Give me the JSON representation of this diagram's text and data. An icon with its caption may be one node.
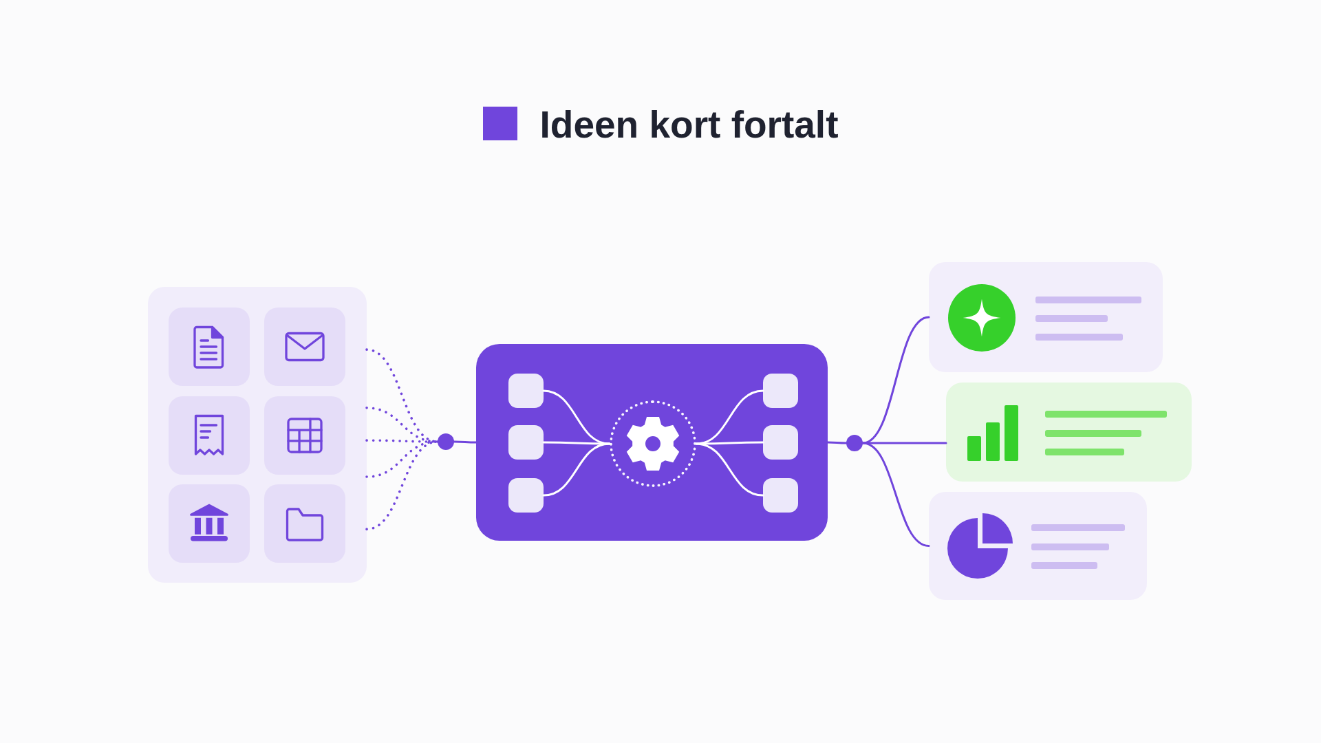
{
  "diagram": {
    "title": "Ideen kort fortalt",
    "nodes": [
      {
        "text": [],
        "shape": "box"
      },
      {
        "text": [],
        "shape": "picture",
        "in": 0
      },
      {
        "text": [],
        "shape": "picture",
        "in": 0
      },
      {
        "text": [],
        "shape": "picture",
        "in": 0
      },
      {
        "text": [],
        "shape": "picture",
        "in": 0
      },
      {
        "text": [],
        "shape": "picture",
        "in": 0
      },
      {
        "text": [],
        "shape": "picture",
        "in": 0
      },
      {
        "text": [],
        "shape": "circle"
      },
      {
        "text": [],
        "shape": "box"
      },
      {
        "text": [],
        "shape": "box",
        "in": 8
      },
      {
        "text": [],
        "shape": "box",
        "in": 8
      },
      {
        "text": [],
        "shape": "box",
        "in": 8
      },
      {
        "text": [],
        "shape": "circle",
        "in": 8
      },
      {
        "text": [],
        "shape": "box",
        "in": 8
      },
      {
        "text": [],
        "shape": "box",
        "in": 8
      },
      {
        "text": [],
        "shape": "box",
        "in": 8
      },
      {
        "text": [],
        "shape": "circle"
      },
      {
        "text": [],
        "shape": "box"
      },
      {
        "text": [],
        "shape": "box"
      },
      {
        "text": [],
        "shape": "box"
      }
    ],
    "edges": [
      {
        "from": 0,
        "to": 7,
        "arrow": "none",
        "style": "dashed"
      },
      {
        "from": 0,
        "to": 7,
        "arrow": "none",
        "style": "dashed"
      },
      {
        "from": 0,
        "to": 7,
        "arrow": "none",
        "style": "dashed"
      },
      {
        "from": 0,
        "to": 7,
        "arrow": "none",
        "style": "dashed"
      },
      {
        "from": 0,
        "to": 7,
        "arrow": "none",
        "style": "dashed"
      },
      {
        "from": 7,
        "to": 8,
        "arrow": "none"
      },
      {
        "from": 9,
        "to": 12,
        "arrow": "none",
        "color": "#ffffff"
      },
      {
        "from": 10,
        "to": 12,
        "arrow": "none",
        "color": "#ffffff"
      },
      {
        "from": 11,
        "to": 12,
        "arrow": "none",
        "color": "#ffffff"
      },
      {
        "from": 12,
        "to": 13,
        "arrow": "none",
        "color": "#ffffff"
      },
      {
        "from": 12,
        "to": 14,
        "arrow": "none",
        "color": "#ffffff"
      },
      {
        "from": 12,
        "to": 15,
        "arrow": "none",
        "color": "#ffffff"
      },
      {
        "from": 8,
        "to": 16,
        "arrow": "none"
      },
      {
        "from": 16,
        "to": 17,
        "arrow": "none"
      },
      {
        "from": 16,
        "to": 18,
        "arrow": "none"
      },
      {
        "from": 16,
        "to": 19,
        "arrow": "none"
      }
    ]
  }
}
